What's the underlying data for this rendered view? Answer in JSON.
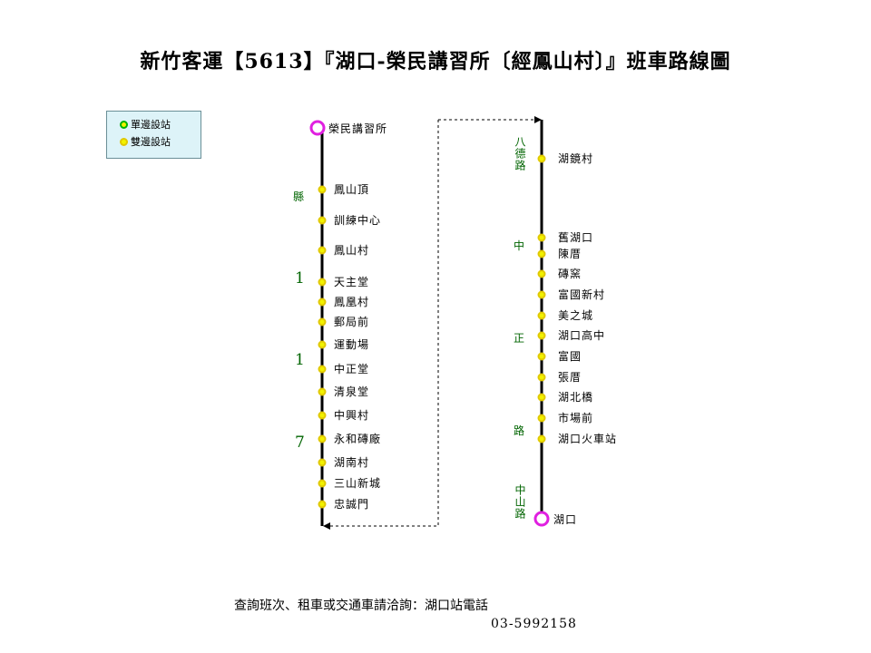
{
  "title": "新竹客運【5613】『湖口-榮民講習所〔經鳳山村〕』班車路線圖",
  "legend": {
    "single_side": "單邊設站",
    "double_side": "雙邊設站"
  },
  "left_line": {
    "terminal": "榮民講習所",
    "stops": [
      "鳳山頂",
      "訓練中心",
      "鳳山村",
      "天主堂",
      "鳳凰村",
      "郵局前",
      "運動場",
      "中正堂",
      "清泉堂",
      "中興村",
      "永和磚廠",
      "湖南村",
      "三山新城",
      "忠誠門"
    ],
    "road_chars": [
      "縣",
      "1",
      "1",
      "7"
    ]
  },
  "right_line": {
    "terminal": "湖口",
    "stops": [
      "湖鏡村",
      "舊湖口",
      "陳厝",
      "磚窯",
      "富國新村",
      "美之城",
      "湖口高中",
      "富國",
      "張厝",
      "湖北橋",
      "市場前",
      "湖口火車站"
    ],
    "road_bade": "八德路",
    "road_zhong": "中",
    "road_zheng": "正",
    "road_lu": "路",
    "road_zhongshan": "中山路"
  },
  "colors": {
    "line": "#000000",
    "stop_fill": "#f2f200",
    "stop_ring_double": "#e0c800",
    "stop_ring_single": "#00b300",
    "terminal": "#e020e0",
    "road_label": "#006400",
    "legend_bg": "#ddf3f8"
  },
  "footer": {
    "text": "查詢班次、租車或交通車請洽詢：湖口站電話",
    "phone": "03-5992158"
  }
}
